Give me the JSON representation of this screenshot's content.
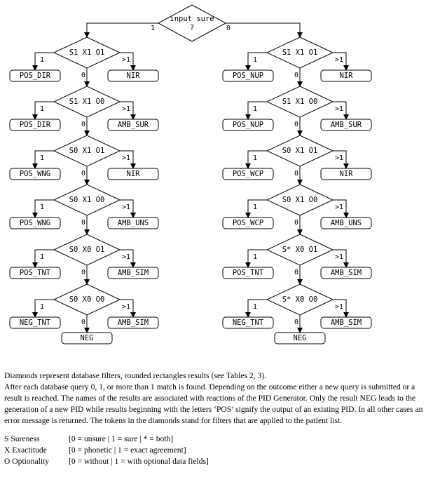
{
  "root": {
    "line1": "input sure",
    "line2": "?",
    "yes": "1",
    "no": "0"
  },
  "branches": [
    {
      "rows": [
        {
          "filter": "S1 X1 O1",
          "one": "POS_DIR",
          "more": "NIR"
        },
        {
          "filter": "S1 X1 O0",
          "one": "POS_DIR",
          "more": "AMB_SUR"
        },
        {
          "filter": "S0 X1 O1",
          "one": "POS_WNG",
          "more": "NIR"
        },
        {
          "filter": "S0 X1 O0",
          "one": "POS_WNG",
          "more": "AMB_UNS"
        },
        {
          "filter": "S0 X0 O1",
          "one": "POS_TNT",
          "more": "AMB_SIM"
        },
        {
          "filter": "S0 X0 O0",
          "one": "NEG_TNT",
          "more": "AMB_SIM"
        }
      ],
      "end": "NEG"
    },
    {
      "rows": [
        {
          "filter": "S1 X1 O1",
          "one": "POS_NUP",
          "more": "NIR"
        },
        {
          "filter": "S1 X1 O0",
          "one": "POS_NUP",
          "more": "AMB_SUR"
        },
        {
          "filter": "S0 X1 O1",
          "one": "POS_WCP",
          "more": "NIR"
        },
        {
          "filter": "S0 X1 O0",
          "one": "POS_WCP",
          "more": "AMB_UNS"
        },
        {
          "filter": "S* X0 O1",
          "one": "POS_TNT",
          "more": "AMB_SIM"
        },
        {
          "filter": "S* X0 O0",
          "one": "NEG_TNT",
          "more": "AMB_SIM"
        }
      ],
      "end": "NEG"
    }
  ],
  "edge_labels": {
    "one": "1",
    "more": ">1",
    "zero": "0"
  },
  "caption": {
    "line1": "Diamonds represent database filters, rounded rectangles results (see Tables 2, 3).",
    "paragraph": "After each database query 0, 1, or more than 1 match is found. Depending on the outcome either a new query is submitted or a result is reached. The names of the results are associated with reactions of the PID Generator. Only the result NEG leads to the generation of a new PID while results beginning with the letters ‘POS’ signify the output of an existing PID. In all other cases an error message is returned. The tokens in the diamonds stand for filters that are applied to the patient list.",
    "legend": [
      {
        "key": "S Sureness",
        "value": "[0 = unsure | 1 = sure | * = both]"
      },
      {
        "key": "X Exactitude",
        "value": "[0 = phonetic | 1 = exact agreement]"
      },
      {
        "key": "O Optionality",
        "value": "[0 = without | 1 = with optional data fields]"
      }
    ]
  }
}
